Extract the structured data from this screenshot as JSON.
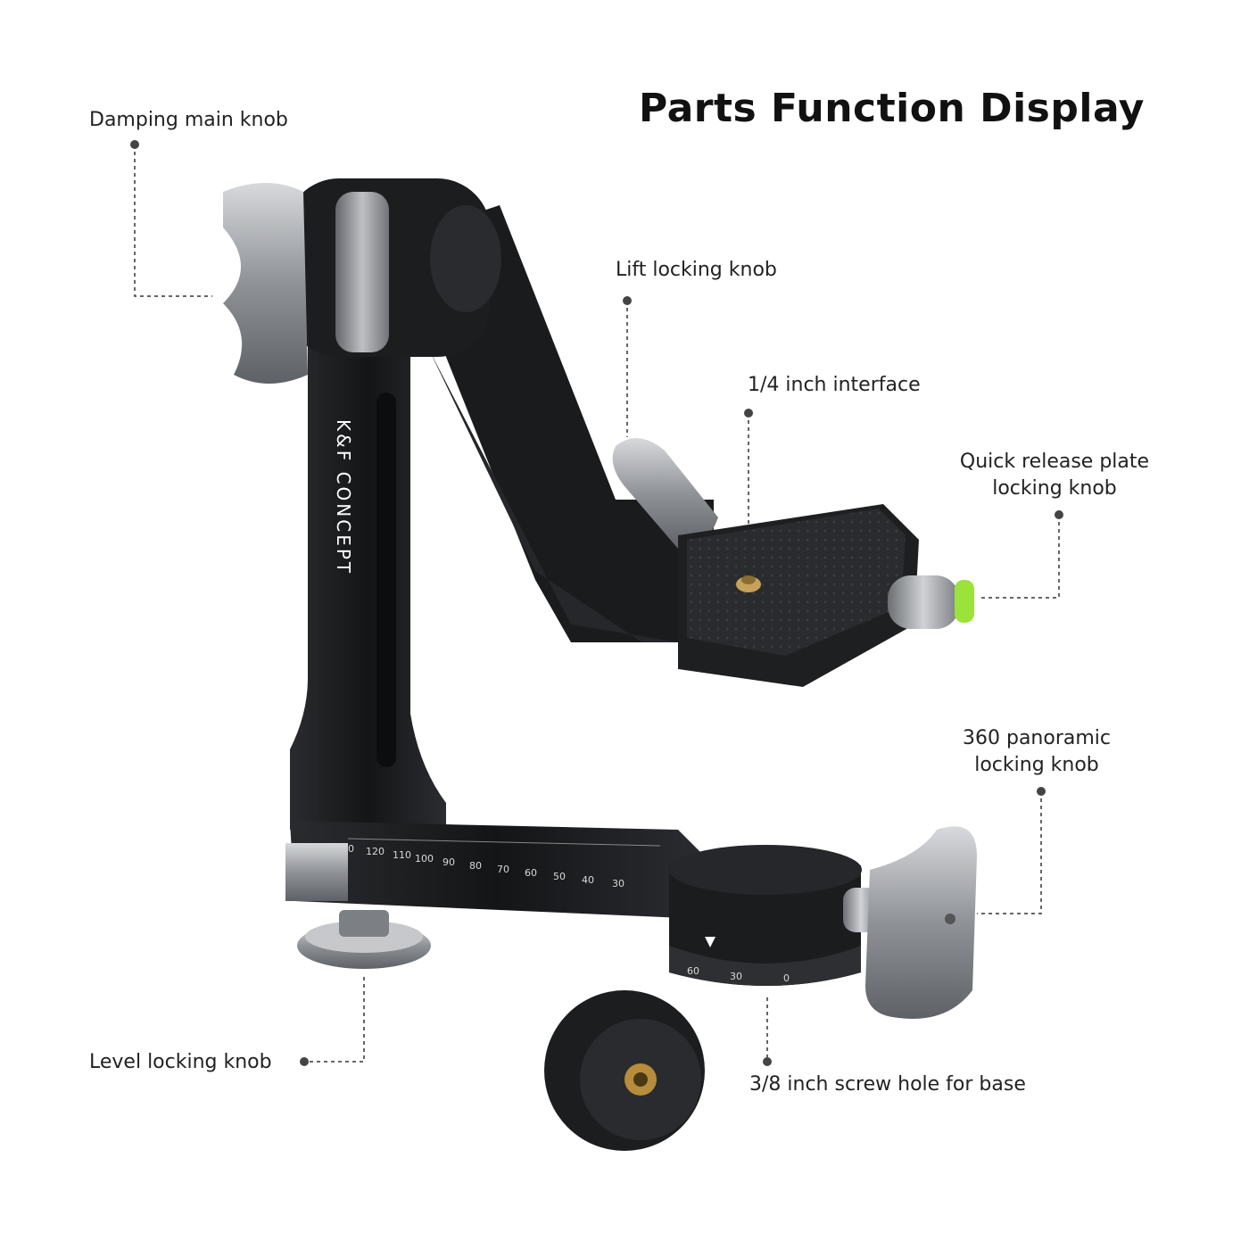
{
  "title": "Parts Function Display",
  "brand": "K&F CONCEPT",
  "labels": {
    "damping_main_knob": "Damping main knob",
    "lift_locking_knob": "Lift locking knob",
    "quarter_inch_interface": "1/4 inch interface",
    "quick_release_line1": "Quick release plate",
    "quick_release_line2": "locking knob",
    "panoramic_line1": "360 panoramic",
    "panoramic_line2": "locking knob",
    "level_locking_knob": "Level locking knob",
    "screw_hole_base": "3/8 inch screw hole for base"
  },
  "scale_marks": [
    "0",
    "120",
    "110",
    "100",
    "90",
    "80",
    "70",
    "60",
    "50",
    "40",
    "30"
  ],
  "dial_marks": [
    "60",
    "30",
    "0"
  ],
  "colors": {
    "body": "#1b1c1e",
    "metal": "#a9acb1",
    "bubble": "#9be23a"
  }
}
